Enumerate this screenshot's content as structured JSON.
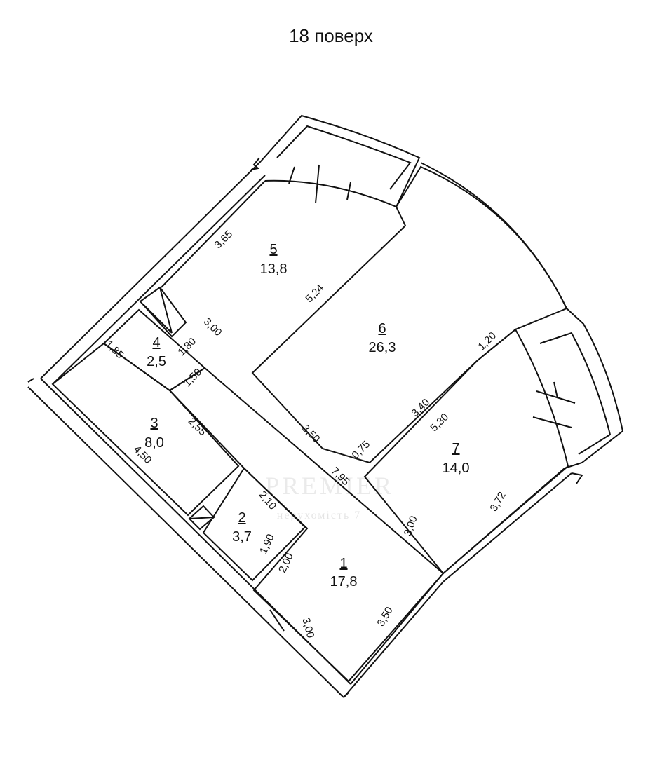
{
  "title": "18 поверх",
  "watermark": {
    "brand": "PREMIER",
    "subtitle": "нерухомість 7"
  },
  "rooms": [
    {
      "number": "1",
      "area": "17,8"
    },
    {
      "number": "2",
      "area": "3,7"
    },
    {
      "number": "3",
      "area": "8,0"
    },
    {
      "number": "4",
      "area": "2,5"
    },
    {
      "number": "5",
      "area": "13,8"
    },
    {
      "number": "6",
      "area": "26,3"
    },
    {
      "number": "7",
      "area": "14,0"
    }
  ],
  "dimensions": [
    "3,65",
    "5,24",
    "3,00",
    "1,85",
    "1,80",
    "1,50",
    "2,55",
    "4,50",
    "3,50",
    "7,95",
    "0,75",
    "3,40",
    "5,30",
    "1,20",
    "3,72",
    "3,00",
    "2,10",
    "1,90",
    "2,00",
    "3,50",
    "3,00"
  ]
}
